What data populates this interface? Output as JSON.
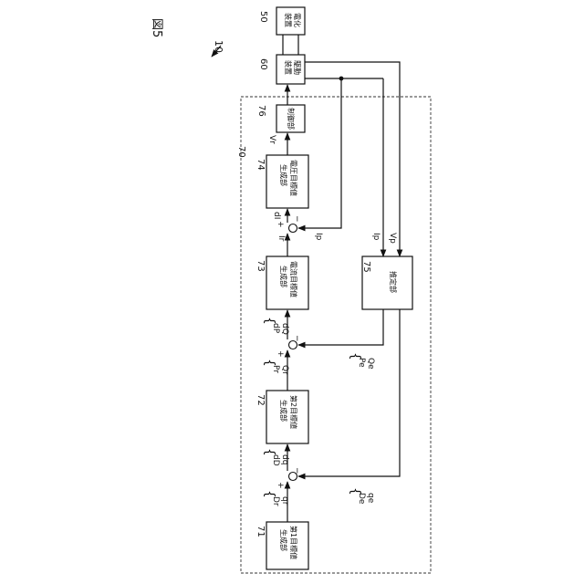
{
  "figure_label": "図5",
  "system_ref": "10",
  "controller_ref": "70",
  "blocks": {
    "b50": {
      "ref": "50",
      "lines": [
        "電化",
        "装置"
      ]
    },
    "b60": {
      "ref": "60",
      "lines": [
        "駆動",
        "装置"
      ]
    },
    "b76": {
      "ref": "76",
      "lines": [
        "制御部"
      ]
    },
    "b74": {
      "ref": "74",
      "lines": [
        "電圧目標値",
        "生成部"
      ]
    },
    "b73": {
      "ref": "73",
      "lines": [
        "電流目標値",
        "生成部"
      ]
    },
    "b72": {
      "ref": "72",
      "lines": [
        "第2目標値",
        "生成部"
      ]
    },
    "b71": {
      "ref": "71",
      "lines": [
        "第1目標値",
        "生成部"
      ]
    },
    "b75": {
      "ref": "75",
      "lines": [
        "推定部"
      ]
    }
  },
  "signals": {
    "vr": "Vr",
    "di": "dI",
    "ir": "Ir",
    "dp": "dP",
    "dq_upper": "dQ",
    "pr": "Pr",
    "qr": "Qr",
    "dd": "dD",
    "dq_lower": "dq",
    "dr": "Dr",
    "qr_lower": "qr",
    "pe": "Pe",
    "qe": "Qe",
    "de": "De",
    "qe_lower": "qe",
    "ip_top": "Ip",
    "ip": "Ip",
    "vp": "Vp"
  },
  "signs": {
    "plus": "+",
    "minus": "−"
  }
}
